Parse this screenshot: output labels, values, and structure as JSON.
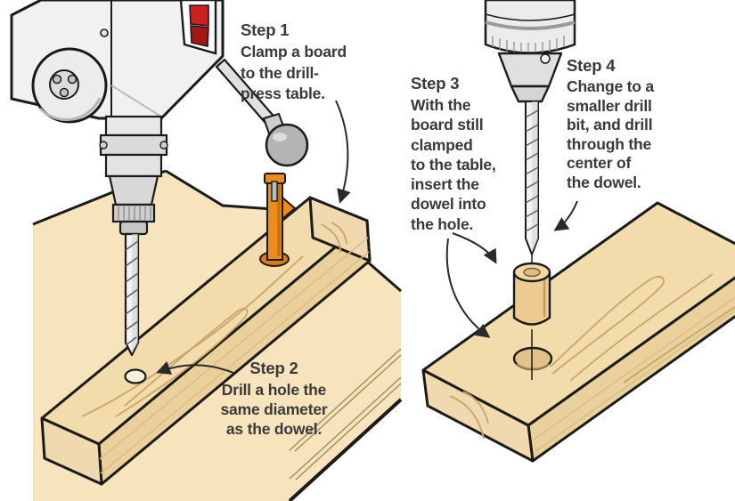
{
  "steps": [
    {
      "title": "Step 1",
      "body": "Clamp a board\nto the drill-\npress table."
    },
    {
      "title": "Step 2",
      "body": "Drill a hole the\nsame diameter\nas the dowel."
    },
    {
      "title": "Step 3",
      "body": "With the\nboard still\nclamped\nto the table,\ninsert the\ndowel into\nthe hole."
    },
    {
      "title": "Step 4",
      "body": "Change to a\nsmaller drill\nbit, and drill\nthrough the\ncenter of\nthe dowel."
    }
  ],
  "colors": {
    "table_tan": "#f7e4bc",
    "board_wood": "#f3dcab",
    "board_front": "#ead09a",
    "board_end": "#f0d9ae",
    "grain_dark": "#bd9c66",
    "grain_light": "#d4b684",
    "dowel_wood": "#edcb90",
    "clamp_orange": "#ee8c1b",
    "switch_red": "#d01f1f",
    "metal_light": "#ededed",
    "metal_mid": "#d2d2d2",
    "ball_gray": "#b4b4b4",
    "outline": "#1b1b1b",
    "text": "#3a3a3a"
  }
}
